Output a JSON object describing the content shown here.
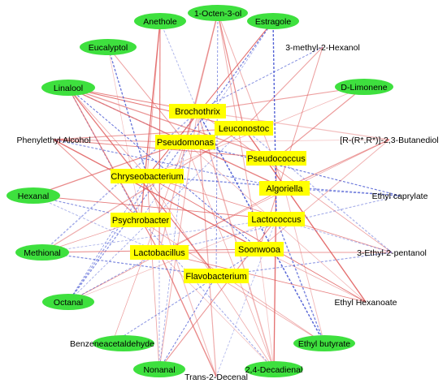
{
  "colors": {
    "metabolite_node": "#3ee03e",
    "bacteria_node": "#ffff00",
    "positive_edge": "#e05a5a",
    "negative_edge": "#3e4fd0",
    "background": "#ffffff"
  },
  "metabolites": [
    {
      "id": "m1",
      "label": "1-Octen-3-ol",
      "node": true
    },
    {
      "id": "m2",
      "label": "Estragole",
      "node": true
    },
    {
      "id": "m3",
      "label": "3-methyl-2-Hexanol",
      "node": false
    },
    {
      "id": "m4",
      "label": "D-Limonene",
      "node": true
    },
    {
      "id": "m5",
      "label": "[R-(R*,R*)]-2,3-Butanediol",
      "node": false
    },
    {
      "id": "m6",
      "label": "Ethyl caprylate",
      "node": false
    },
    {
      "id": "m7",
      "label": "3-Ethyl-2-pentanol",
      "node": false
    },
    {
      "id": "m8",
      "label": "Ethyl Hexanoate",
      "node": false
    },
    {
      "id": "m9",
      "label": "Ethyl butyrate",
      "node": true
    },
    {
      "id": "m10",
      "label": "2,4-Decadienal",
      "node": true
    },
    {
      "id": "m11",
      "label": "Trans-2-Decenal",
      "node": false
    },
    {
      "id": "m12",
      "label": "Nonanal",
      "node": true
    },
    {
      "id": "m13",
      "label": "Benzeneacetaldehyde",
      "node": false
    },
    {
      "id": "m14",
      "label": "Octanal",
      "node": true
    },
    {
      "id": "m15",
      "label": "Methional",
      "node": true
    },
    {
      "id": "m16",
      "label": "Hexanal",
      "node": true
    },
    {
      "id": "m17",
      "label": "Phenylethyl Alcohol",
      "node": false
    },
    {
      "id": "m18",
      "label": "Linalool",
      "node": true
    },
    {
      "id": "m19",
      "label": "Eucalyptol",
      "node": true
    },
    {
      "id": "m20",
      "label": "Anethole",
      "node": true
    }
  ],
  "bacteria": [
    {
      "id": "b1",
      "label": "Brochothrix"
    },
    {
      "id": "b2",
      "label": "Leuconostoc"
    },
    {
      "id": "b3",
      "label": "Pseudomonas"
    },
    {
      "id": "b4",
      "label": "Pseudococcus"
    },
    {
      "id": "b5",
      "label": "Chryseobacterium"
    },
    {
      "id": "b6",
      "label": "Algoriella"
    },
    {
      "id": "b7",
      "label": "Psychrobacter"
    },
    {
      "id": "b8",
      "label": "Lactococcus"
    },
    {
      "id": "b9",
      "label": "Soonwooa"
    },
    {
      "id": "b10",
      "label": "Lactobacillus"
    },
    {
      "id": "b11",
      "label": "Flavobacterium"
    }
  ]
}
